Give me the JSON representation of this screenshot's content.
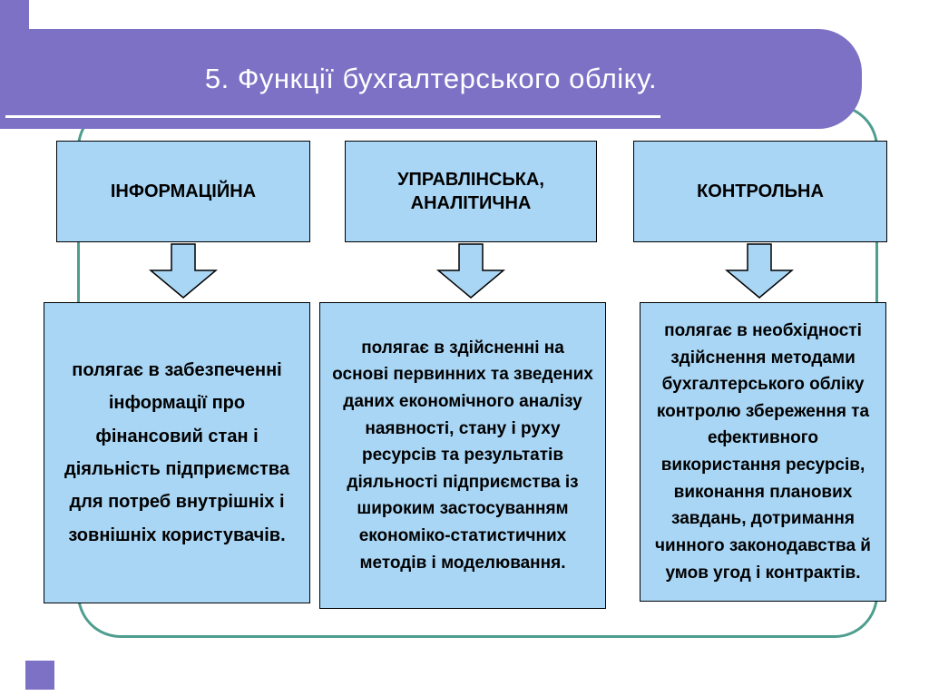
{
  "slide": {
    "title": "5. Функції бухгалтерського обліку.",
    "colors": {
      "banner_bg": "#7d71c6",
      "title_text": "#ffffff",
      "box_fill": "#a9d6f5",
      "box_border": "#000000",
      "frame_border": "#4d9e8f",
      "accent_square": "#7d71c6",
      "underline": "#ffffff"
    },
    "columns": [
      {
        "header": "ІНФОРМАЦІЙНА",
        "body": "полягає в забезпеченні інформації про фінансовий стан і діяльність підприємства для потреб внутрішніх і зовнішніх користувачів."
      },
      {
        "header": "УПРАВЛІНСЬКА, АНАЛІТИЧНА",
        "body": "полягає в здійсненні на основі первинних та зведених даних економічного аналізу наявності, стану і руху ресурсів та результатів діяльності підприємства із широким застосуванням економіко-статистичних методів і моделювання."
      },
      {
        "header": "КОНТРОЛЬНА",
        "body": "полягає в необхідності здійснення методами бухгалтерського обліку контролю збереження та ефективного використання ресурсів, виконання планових завдань, дотримання чинного законодавства й умов угод і контрактів."
      }
    ]
  }
}
